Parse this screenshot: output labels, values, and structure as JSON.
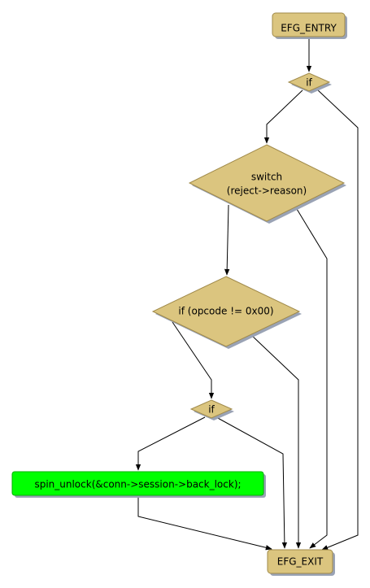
{
  "colors": {
    "node_fill": "#dbc57f",
    "node_stroke": "#a08a4a",
    "shadow": "#9aa3b5",
    "highlight_fill": "#00ff00",
    "edge": "#000000"
  },
  "nodes": {
    "entry": {
      "label": "EFG_ENTRY"
    },
    "if_top": {
      "label": "if"
    },
    "switch": {
      "line1": "switch",
      "line2": "(reject->reason)"
    },
    "if_opcode": {
      "label": "if (opcode != 0x00)"
    },
    "if_bottom": {
      "label": "if"
    },
    "spin_unlock": {
      "label": "spin_unlock(&conn->session->back_lock);"
    },
    "exit": {
      "label": "EFG_EXIT"
    }
  }
}
